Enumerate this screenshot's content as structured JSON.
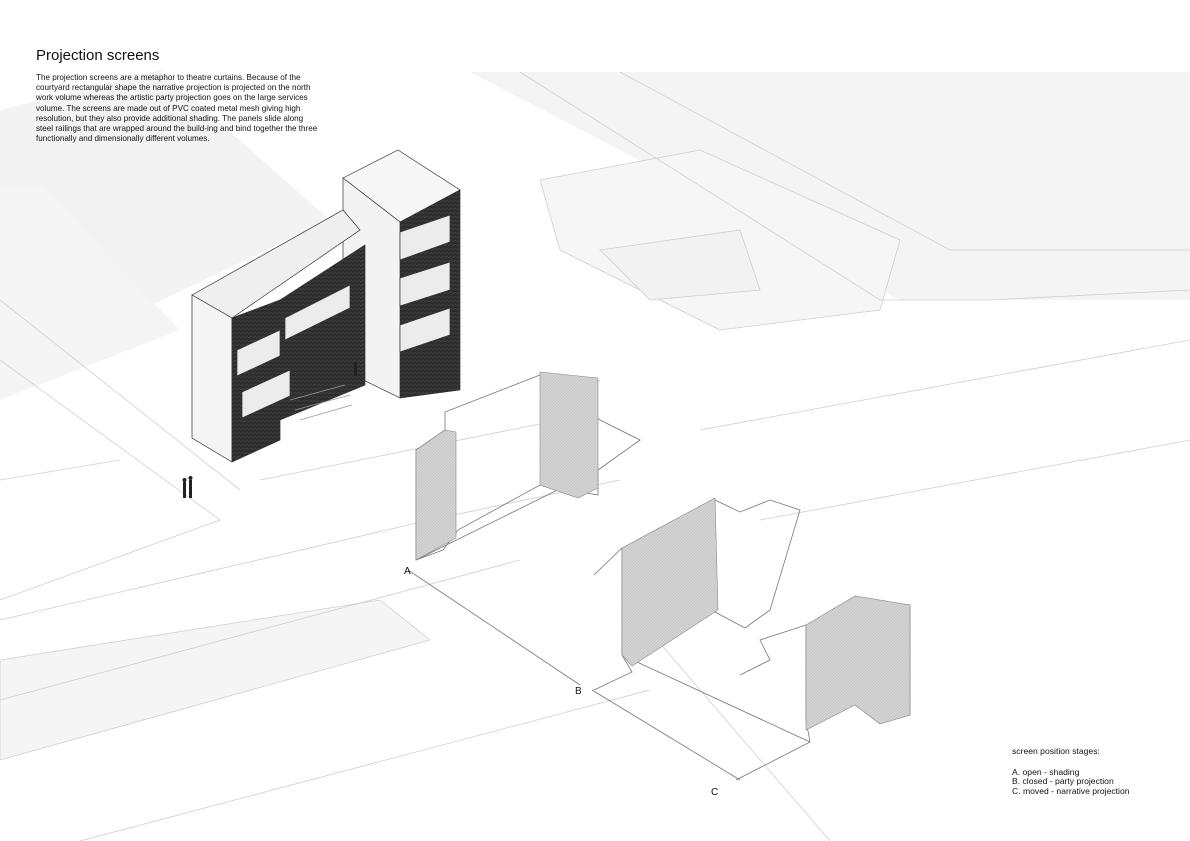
{
  "title": "Projection screens",
  "description": "The projection screens are a metaphor to theatre curtains. Because of the courtyard rectangular shape the narrative projection is projected on the north work volume whereas the artistic party projection goes on the large services volume. The screens are made out of PVC coated metal mesh giving high resolution, but they also provide additional shading. The panels slide along steel railings that are wrapped around the build-ing and bind together the three functionally and dimensionally different volumes.",
  "stages": [
    {
      "letter": "A"
    },
    {
      "letter": "B"
    },
    {
      "letter": "C"
    }
  ],
  "legend": {
    "heading": "screen position stages:",
    "items": [
      "A. open - shading",
      "B. closed - party projection",
      "C. moved - narrative projection"
    ]
  },
  "colors": {
    "screen_fill": "#d0d0d0",
    "facade_dark": "#2b2b2b",
    "linework": "#b5b5b5",
    "ground_shade": "#f1f1f1"
  }
}
